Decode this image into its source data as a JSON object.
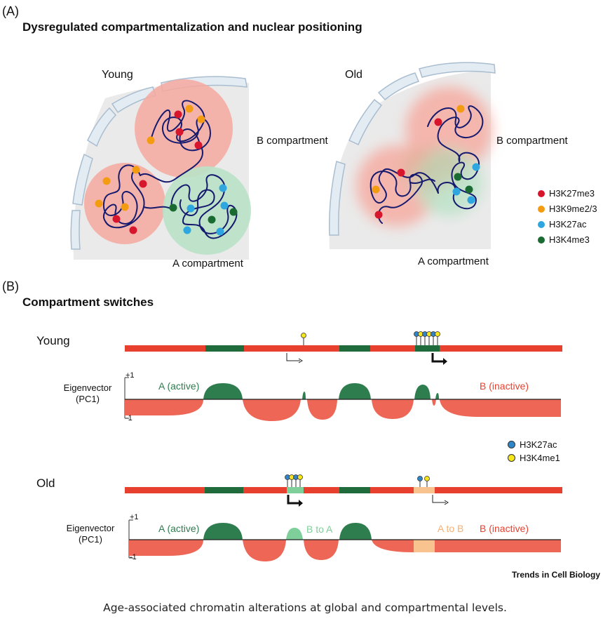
{
  "panel_a": {
    "letter": "(A)",
    "title": "Dysregulated compartmentalization and nuclear positioning",
    "young_label": "Young",
    "old_label": "Old",
    "b_compartment_young": "B compartment",
    "b_compartment_old": "B compartment",
    "a_compartment_young": "A compartment",
    "a_compartment_old": "A compartment",
    "legend": [
      {
        "label": "H3K27me3",
        "color": "#d7152c"
      },
      {
        "label": "H3K9me2/3",
        "color": "#f39c12"
      },
      {
        "label": "H3K27ac",
        "color": "#2ea7e0"
      },
      {
        "label": "H3K4me3",
        "color": "#1a6b32"
      }
    ]
  },
  "panel_b": {
    "letter": "(B)",
    "title": "Compartment switches",
    "young": {
      "label": "Young",
      "eigen_label_1": "Eigenvector",
      "eigen_label_2": "(PC1)",
      "plus": "+1",
      "minus": "-1",
      "a_active": "A (active)",
      "b_inactive": "B (inactive)"
    },
    "mark_legend": [
      {
        "label": "H3K27ac",
        "color": "#2e86c9"
      },
      {
        "label": "H3K4me1",
        "color": "#f5e51b"
      }
    ],
    "old": {
      "label": "Old",
      "eigen_label_1": "Eigenvector",
      "eigen_label_2": "(PC1)",
      "plus": "+1",
      "minus": "-1",
      "a_active": "A (active)",
      "b_to_a": "B to A",
      "a_to_b": "A to B",
      "b_inactive": "B (inactive)"
    }
  },
  "colors": {
    "b_red": "#e8402e",
    "a_green": "#1f6b3c",
    "switch_green": "#7fcf9a",
    "switch_orange": "#f8c38e",
    "eig_green": "#2e7d4f",
    "eig_red": "#ee6655"
  },
  "credit": "Trends in Cell Biology",
  "caption": "Age-associated chromatin alterations at global and compartmental levels."
}
